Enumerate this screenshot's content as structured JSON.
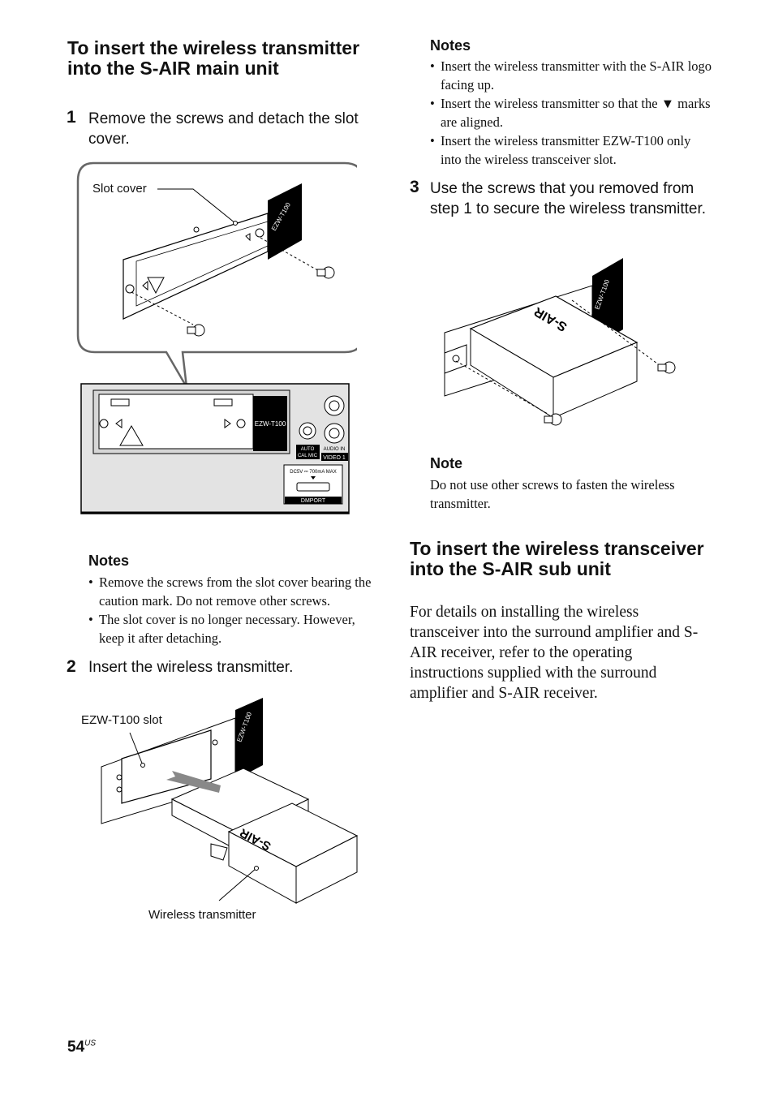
{
  "left": {
    "title": "To insert the wireless transmitter into the S-AIR main unit",
    "step1": {
      "num": "1",
      "text": "Remove the screws and detach the slot cover."
    },
    "fig1": {
      "callout": "Slot cover",
      "slot_label": "EZW-T100",
      "jack1_label": "AUTO CAL MIC",
      "jack2_label_top": "AUDIO IN",
      "jack2_label_bottom": "VIDEO 1",
      "port_spec": "DC5V ⎓ 700mA MAX",
      "port_label": "DMPORT"
    },
    "notes1": {
      "heading": "Notes",
      "items": [
        "Remove the screws from the slot cover bearing the caution mark. Do not remove other screws.",
        "The slot cover is no longer necessary. However, keep it after detaching."
      ]
    },
    "step2": {
      "num": "2",
      "text": "Insert the wireless transmitter."
    },
    "fig2": {
      "slot_callout": "EZW-T100 slot",
      "slot_label": "EZW-T100",
      "device_logo": "S-AIR",
      "device_callout": "Wireless transmitter"
    }
  },
  "right": {
    "notes": {
      "heading": "Notes",
      "items": [
        "Insert the wireless transmitter with the S-AIR logo facing up.",
        "Insert the wireless transmitter so that the ▼ marks are aligned.",
        "Insert the wireless transmitter EZW-T100 only into the wireless transceiver slot."
      ]
    },
    "step3": {
      "num": "3",
      "text": "Use the screws that you removed from step 1 to secure the wireless transmitter."
    },
    "fig3": {
      "slot_label": "EZW-T100",
      "device_logo": "S-AIR"
    },
    "note": {
      "heading": "Note",
      "text": "Do not use other screws to fasten the wireless transmitter."
    },
    "title2": "To insert the wireless transceiver into the S-AIR sub unit",
    "body": "For details on installing the wireless transceiver into the surround amplifier and S-AIR receiver, refer to the operating instructions supplied with the surround amplifier and S-AIR receiver."
  },
  "footer": {
    "page_number": "54",
    "region": "US"
  }
}
